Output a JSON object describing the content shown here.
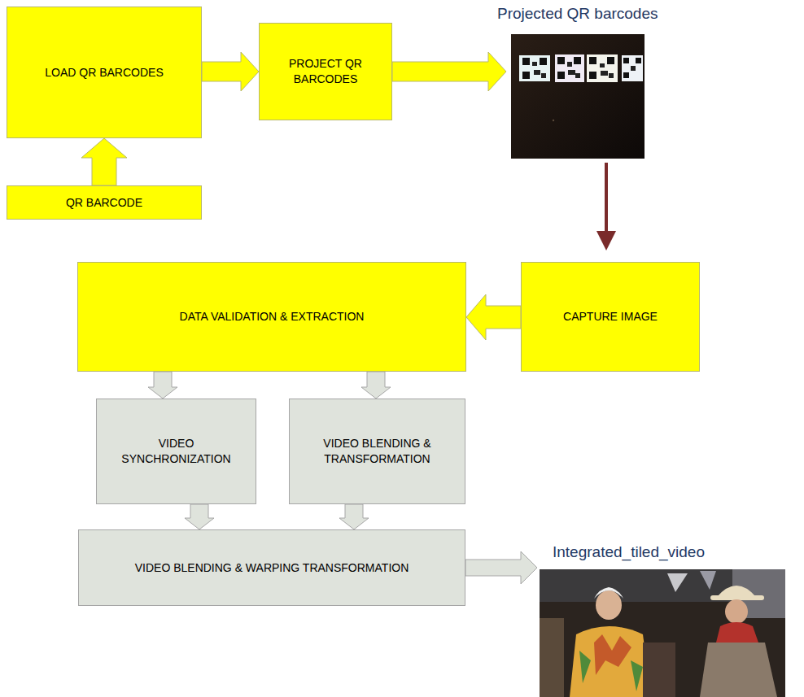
{
  "diagram": {
    "nodes": [
      {
        "text": [
          "LOAD QR BARCODES"
        ]
      },
      {
        "text": [
          "PROJECT QR BARCODES"
        ]
      },
      {
        "text": [
          "QR BARCODE"
        ]
      },
      {
        "text": [
          "CAPTURE IMAGE"
        ]
      },
      {
        "text": [
          "DATA VALIDATION & EXTRACTION"
        ]
      },
      {
        "text": [
          "VIDEO SYNCHRONIZATION"
        ]
      },
      {
        "text": [
          "VIDEO BLENDING & TRANSFORMATION"
        ]
      },
      {
        "text": [
          "VIDEO BLENDING & WARPING TRANSFORMATION"
        ]
      }
    ],
    "edges": [
      {
        "from": 2,
        "to": 0,
        "arrow": "to"
      },
      {
        "from": 0,
        "to": 1,
        "arrow": "to"
      },
      {
        "from": 3,
        "to": 4,
        "arrow": "to"
      },
      {
        "from": 4,
        "to": 5,
        "arrow": "to"
      },
      {
        "from": 4,
        "to": 6,
        "arrow": "to"
      },
      {
        "from": 5,
        "to": 7,
        "arrow": "to"
      },
      {
        "from": 6,
        "to": 7,
        "arrow": "to"
      }
    ],
    "labels": [
      "Projected QR barcodes",
      "Integrated_tiled_video"
    ]
  }
}
